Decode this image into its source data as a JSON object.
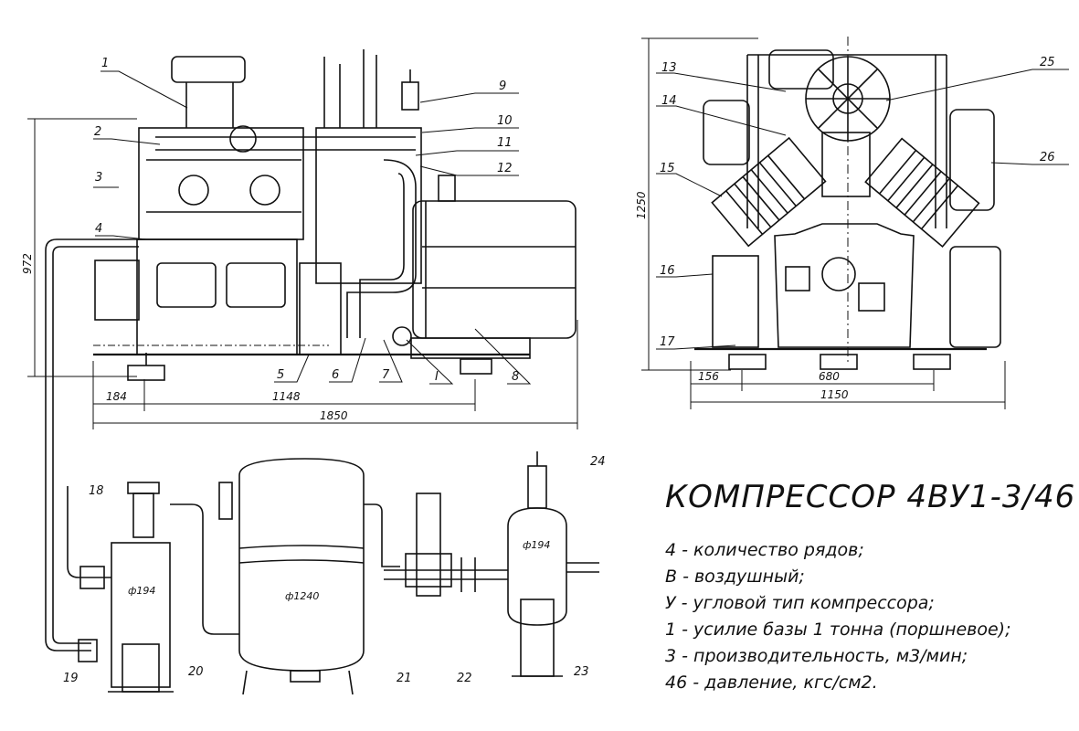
{
  "title": "КОМПРЕССОР 4ВУ1-3/46",
  "legend": [
    "4 - количество рядов;",
    "В - воздушный;",
    "У - угловой тип компрессора;",
    "1 - усилие базы 1 тонна (поршневое);",
    "3 - производительность, м3/мин;",
    "46 - давление, кгс/см2."
  ],
  "callouts": [
    "1",
    "2",
    "3",
    "4",
    "5",
    "6",
    "7",
    "8",
    "9",
    "10",
    "11",
    "12",
    "13",
    "14",
    "15",
    "16",
    "17",
    "18",
    "19",
    "20",
    "21",
    "22",
    "23",
    "24",
    "25",
    "26",
    "I"
  ],
  "dimensions": {
    "d972": "972",
    "d184": "184",
    "d1148": "1148",
    "d1850": "1850",
    "d1250": "1250",
    "d156": "156",
    "d680": "680",
    "d1150": "1150"
  },
  "diameters": {
    "phi194_a": "ф194",
    "phi1240": "ф1240",
    "phi194_b": "ф194"
  }
}
